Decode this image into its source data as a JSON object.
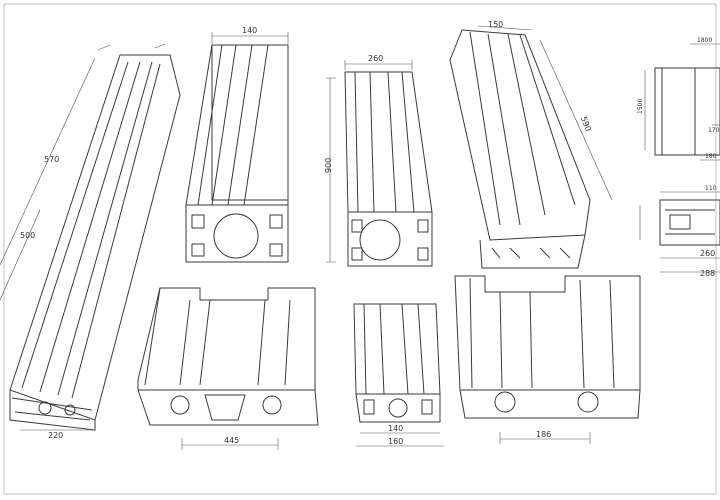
{
  "drawing": {
    "background": "#ffffff",
    "line_color": "#3a3a3a",
    "dimension_color": "#555555",
    "dimensions": {
      "tall_left_profile": {
        "height": "570",
        "mid": "500",
        "width": "220"
      },
      "square_profile_a": {
        "width": "140"
      },
      "square_profile_b": {
        "width": "260",
        "height": "900"
      },
      "slanted_profile": {
        "top": "150",
        "length": "590"
      },
      "section_view": {
        "top": "1800",
        "height_a": "1500",
        "height_b": "170",
        "height_c": "180",
        "width_a": "110",
        "width_b": "260",
        "width_c": "288"
      },
      "wide_profile": {
        "width": "445"
      },
      "narrow_profile": {
        "width_a": "140",
        "width_b": "160"
      },
      "twin_profile": {
        "width": "186"
      }
    }
  }
}
